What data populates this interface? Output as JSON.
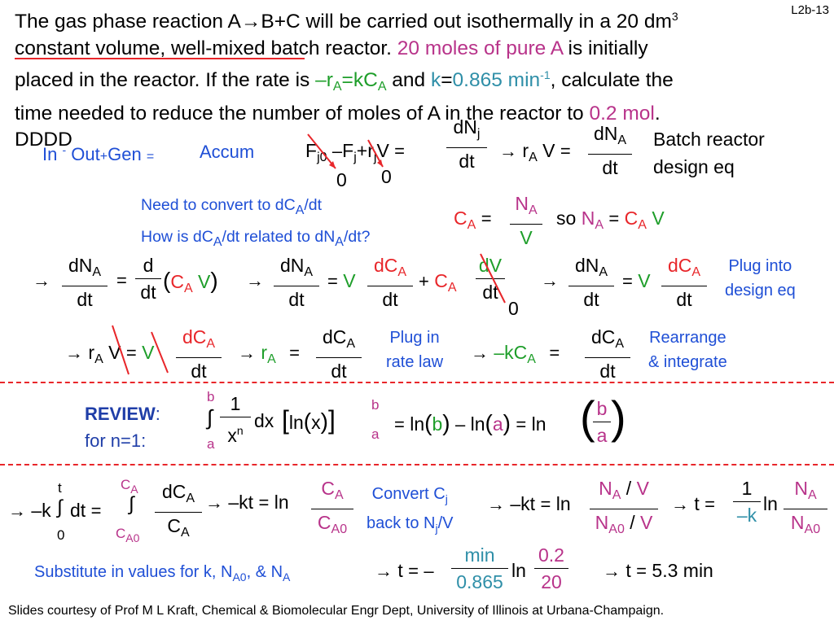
{
  "slide_number": "L2b-13",
  "problem": {
    "l1a": "The gas phase reaction A",
    "l1arrow": "→",
    "l1b": "B+C will be carried out isothermally in a 20 dm",
    "l1c": "3",
    "l2a": "constant volume, well-mixed",
    "l2b": " batch reactor.  ",
    "l2c": "20 moles of pure A",
    "l2d": " is initially",
    "l3a": "placed in the reactor. If the rate is ",
    "l3b": "–r",
    "l3c": "A",
    "l3d": "=kC",
    "l3e": "A",
    "l3f": " and ",
    "l3g": "k",
    "l3h": "=",
    "l3i": "0.865",
    "l3j": " min",
    "l3k": "-1",
    "l3l": ", calculate the",
    "l4a": "time needed to reduce the number of moles of A in the reactor to ",
    "l4b": "0.2 mol",
    "l4c": ".",
    "l5": "DDDD"
  },
  "balance": {
    "in": "In",
    "minus": "-",
    "out": "Out",
    "plus": "+",
    "gen": "Gen",
    "eq": "=",
    "accum": "Accum"
  },
  "molebal": {
    "F": "F",
    "j0": "j0",
    "minus": "–",
    "Fj": "F",
    "j": "j",
    "plus": "+r",
    "jj": "j",
    "V": "V",
    "eq": "=",
    "zero1": "0",
    "zero2": "0",
    "dN": "dN",
    "dNsub": "j",
    "dt": "dt"
  },
  "eq1": {
    "arrow": "→",
    "rA": "r",
    "A": "A",
    "V": "V",
    "eq": "=",
    "dN": "dN",
    "dNsub": "A",
    "dt": "dt"
  },
  "batch_label": {
    "l1": "Batch reactor",
    "l2": "design eq"
  },
  "need": {
    "l1a": "Need to convert to dC",
    "l1b": "A",
    "l1c": "/dt",
    "l2a": "How is dC",
    "l2b": "A",
    "l2c": "/dt related to dN",
    "l2d": "A",
    "l2e": "/dt?"
  },
  "conc": {
    "C": "C",
    "A": "A",
    "eq": "=",
    "N": "N",
    "NA": "A",
    "V": "V",
    "so": "so",
    "N2": "N",
    "A2": "A",
    "eq2": "=",
    "C2": "C",
    "A3": "A",
    "V2": "V"
  },
  "row3": {
    "arrow": "→",
    "dN": "dN",
    "A": "A",
    "dt": "dt",
    "eq": "=",
    "d": "d",
    "C": "C",
    "A2": "A",
    "V": "V",
    "arrow2": "→",
    "dN2": "dN",
    "A3": "A",
    "eq2": "=",
    "V2": "V",
    "dC": "dC",
    "A4": "A",
    "plus": "+",
    "C2": "C",
    "A5": "A",
    "dV": "dV",
    "zero": "0",
    "arrow3": "→",
    "dN3": "dN",
    "A6": "A",
    "eq3": "=",
    "V3": "V",
    "dC2": "dC",
    "A7": "A"
  },
  "plug_design": {
    "l1": "Plug into",
    "l2": "design eq"
  },
  "row4": {
    "arrow": "→",
    "r": "r",
    "A": "A",
    "V": "V",
    "eq": "=",
    "V2": "V",
    "dC": "dC",
    "A2": "A",
    "dt": "dt",
    "arrow2": "→",
    "r2": "r",
    "A3": "A",
    "eq2": "=",
    "dC2": "dC",
    "A4": "A",
    "arrow3": "→",
    "kC": "–kC",
    "A5": "A",
    "eq3": "=",
    "dC3": "dC",
    "A6": "A"
  },
  "plug_rate": {
    "l1": "Plug in",
    "l2": "rate law"
  },
  "rearrange": {
    "l1": "Rearrange",
    "l2": "& integrate"
  },
  "review": {
    "title": "REVIEW",
    "colon": ":",
    "sub": "for n=1:",
    "b": "b",
    "int": "∫",
    "a": "a",
    "one": "1",
    "x": "x",
    "n": "n",
    "dx": "dx",
    "ln": "ln",
    "xx": "x",
    "bb": "b",
    "aa": "a",
    "eq": "=",
    "ln2": "ln",
    "b2": "b",
    "minus": "–",
    "ln3": "ln",
    "a2": "a",
    "eq2": "=",
    "ln4": "ln",
    "b3": "b",
    "a3": "a"
  },
  "row6": {
    "arrow": "→",
    "mk": "–k",
    "int": "∫",
    "t": "t",
    "zero": "0",
    "dt": "dt",
    "eq": "=",
    "CA": "C",
    "A": "A",
    "int2": "∫",
    "CA0": "C",
    "A0": "A0",
    "dC": "dC",
    "A2": "A",
    "C": "C",
    "A3": "A",
    "arrow2": "→",
    "kt": "–kt",
    "eq2": "=",
    "ln": "ln",
    "C2": "C",
    "A4": "A",
    "C3": "C",
    "A5": "A0",
    "arrow3": "→",
    "kt2": "–kt",
    "eq3": "=",
    "ln2": "ln",
    "N": "N",
    "A6": "A",
    "V": "V",
    "N2": "N",
    "A7": "A0",
    "V2": "V",
    "arrow4": "→",
    "t2": "t",
    "eq4": "=",
    "one": "1",
    "mk2": "–k",
    "ln3": "ln",
    "N3": "N",
    "A8": "A",
    "N4": "N",
    "A9": "A0"
  },
  "convert": {
    "l1a": "Convert C",
    "l1b": "j",
    "l2a": "back to N",
    "l2b": "j",
    "l2c": "/V"
  },
  "subst": {
    "a": "Substitute in values for k, N",
    "b": "A0",
    "c": ", & N",
    "d": "A"
  },
  "final": {
    "arrow": "→",
    "t": "t",
    "eq": "=",
    "minus": "–",
    "min": "min",
    "k": "0.865",
    "ln": "ln",
    "n1": "0.2",
    "n2": "20",
    "arrow2": "→",
    "t2": "t",
    "eq2": "=",
    "ans": "5.3 min"
  },
  "footer": "Slides courtesy of Prof M L Kraft, Chemical & Biomolecular Engr Dept, University of Illinois at Urbana-Champaign."
}
